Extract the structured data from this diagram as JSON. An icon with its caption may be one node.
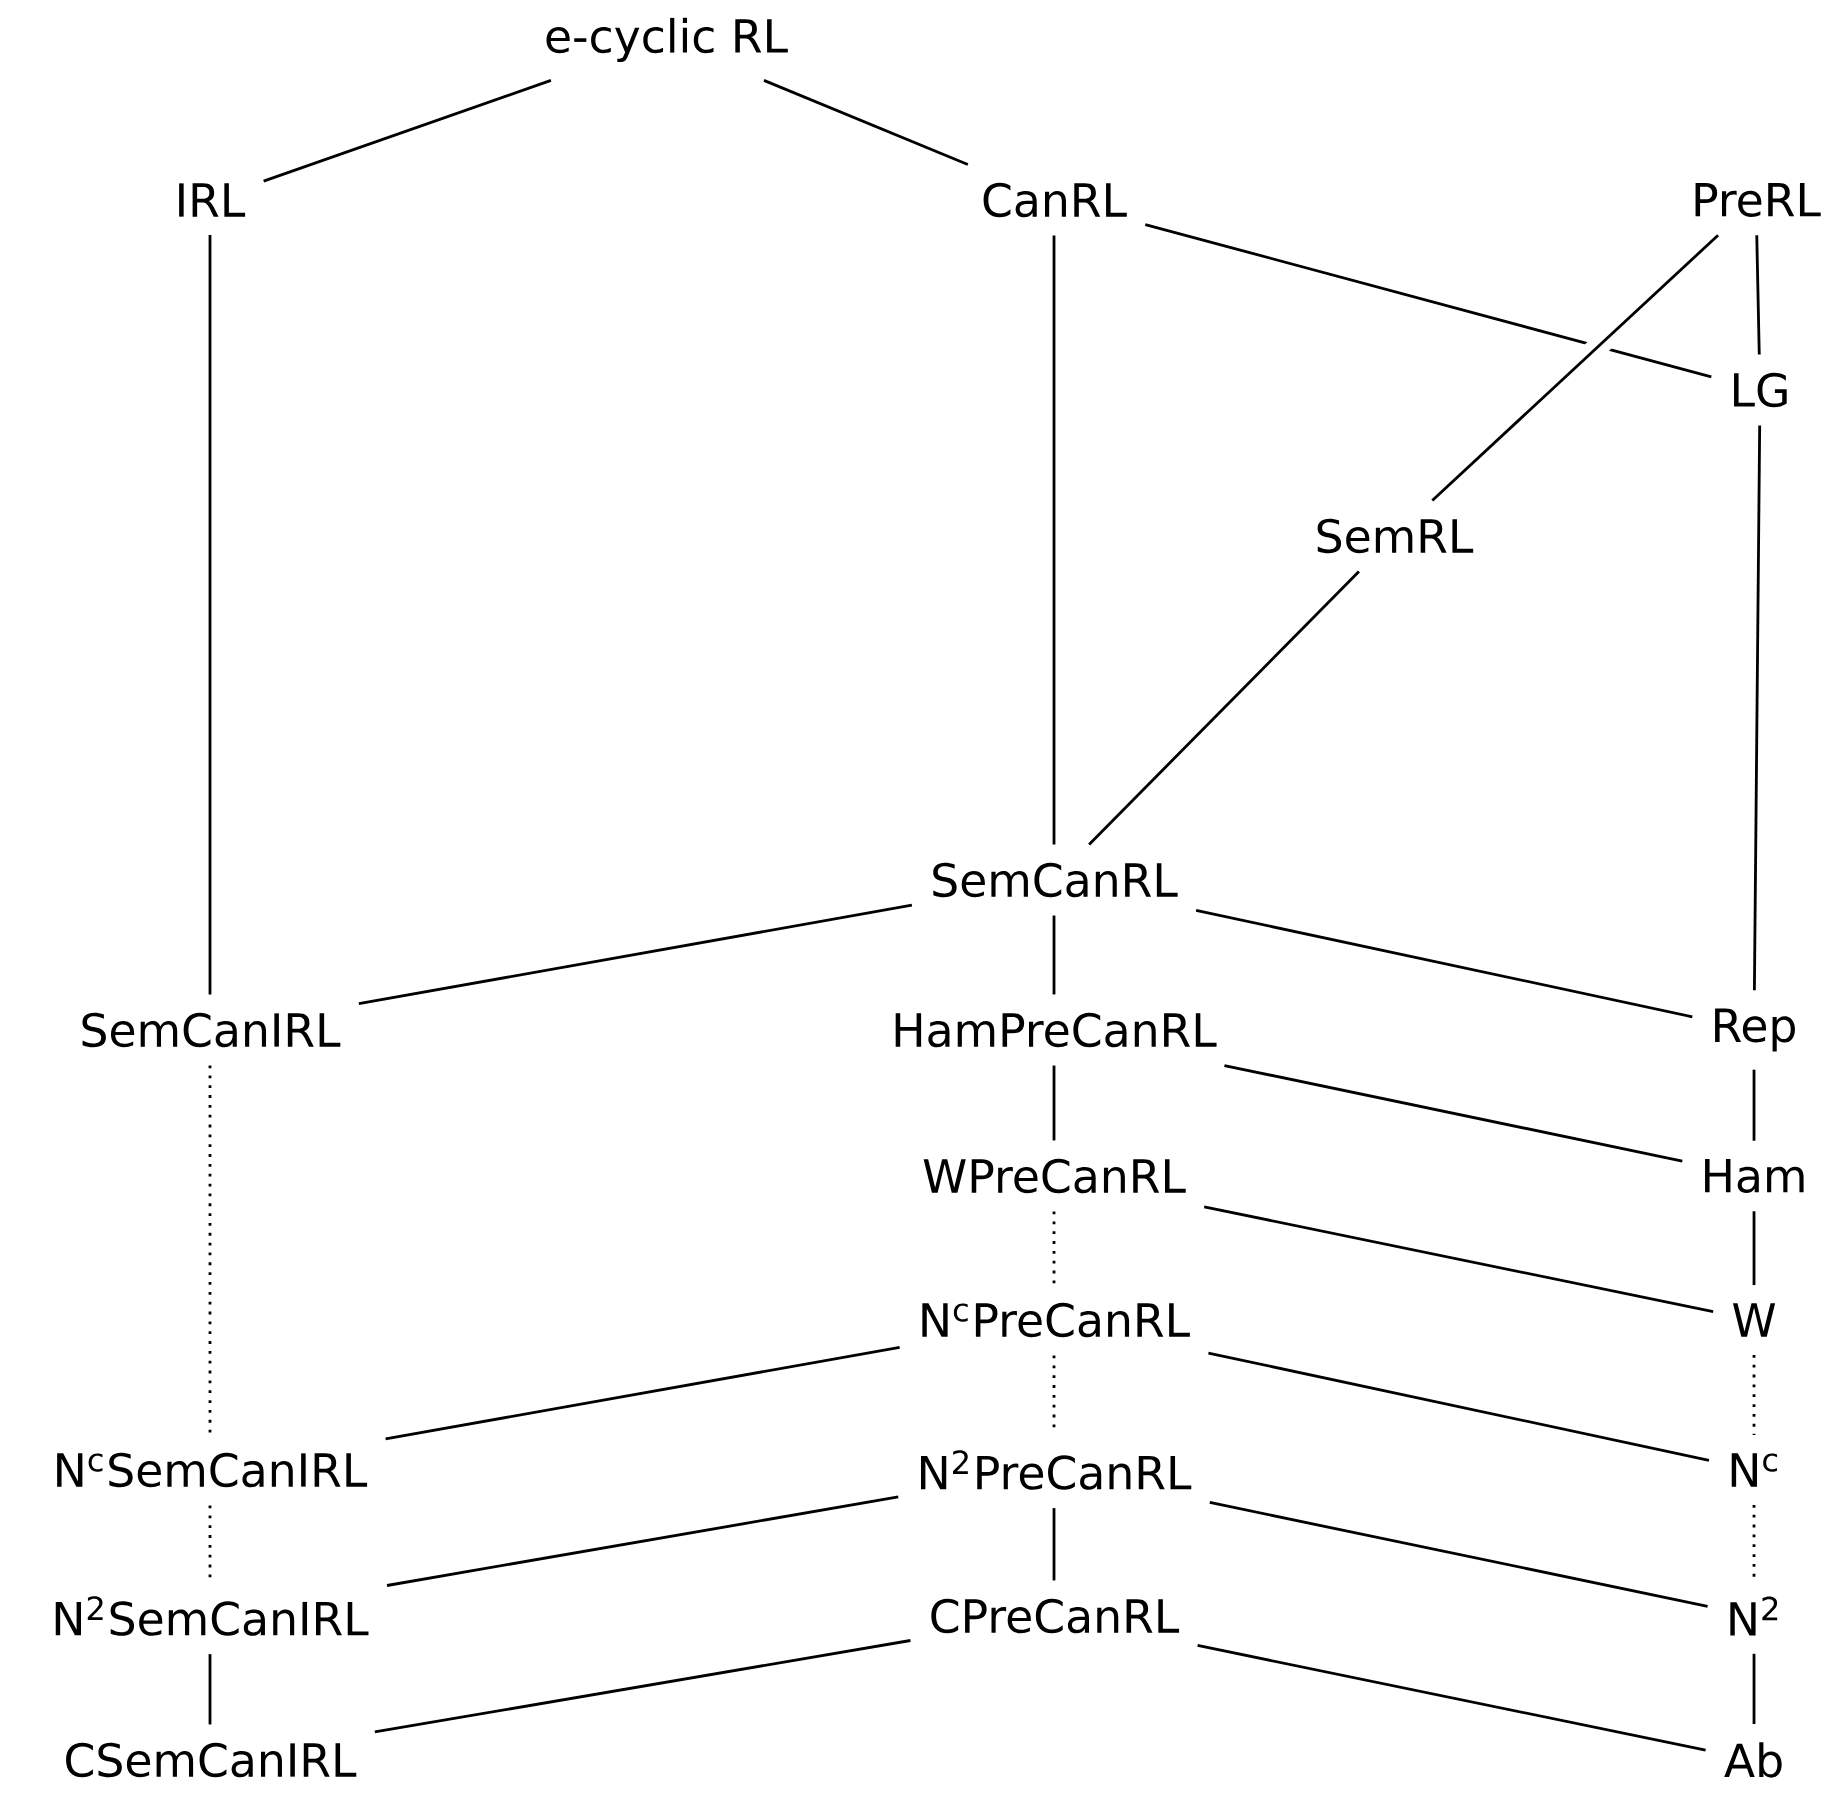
{
  "diagram": {
    "nodes": [
      {
        "text": [
          "e-cyclic RL"
        ]
      },
      {
        "text": [
          "IRL"
        ]
      },
      {
        "text": [
          "CanRL"
        ]
      },
      {
        "text": [
          "PreRL"
        ]
      },
      {
        "text": [
          "LG"
        ]
      },
      {
        "text": [
          "SemRL"
        ]
      },
      {
        "text": [
          "SemCanRL"
        ]
      },
      {
        "text": [
          "SemCanIRL"
        ]
      },
      {
        "text": [
          "HamPreCanRL"
        ]
      },
      {
        "text": [
          "Rep"
        ]
      },
      {
        "text": [
          "WPreCanRL"
        ]
      },
      {
        "text": [
          "Ham"
        ]
      },
      {
        "text": [
          "N$^{c}$PreCanRL"
        ]
      },
      {
        "text": [
          "W"
        ]
      },
      {
        "text": [
          "N$^{c}$SemCanIRL"
        ]
      },
      {
        "text": [
          "N$^{2}$PreCanRL"
        ]
      },
      {
        "text": [
          "N$^{c}$"
        ]
      },
      {
        "text": [
          "N$^{2}$SemCanIRL"
        ]
      },
      {
        "text": [
          "CPreCanRL"
        ]
      },
      {
        "text": [
          "N$^{2}$"
        ]
      },
      {
        "text": [
          "CSemCanIRL"
        ]
      },
      {
        "text": [
          "Ab"
        ]
      }
    ],
    "edges": [
      {
        "from": 0,
        "to": 1,
        "arrow": "none"
      },
      {
        "from": 0,
        "to": 2,
        "arrow": "none"
      },
      {
        "from": 1,
        "to": 7,
        "arrow": "none"
      },
      {
        "from": 2,
        "to": 6,
        "arrow": "none"
      },
      {
        "from": 2,
        "to": 4,
        "arrow": "none"
      },
      {
        "from": 3,
        "to": 4,
        "arrow": "none"
      },
      {
        "from": 3,
        "to": 5,
        "arrow": "none"
      },
      {
        "from": 4,
        "to": 9,
        "arrow": "none"
      },
      {
        "from": 5,
        "to": 6,
        "arrow": "none"
      },
      {
        "from": 6,
        "to": 7,
        "arrow": "none"
      },
      {
        "from": 6,
        "to": 8,
        "arrow": "none"
      },
      {
        "from": 6,
        "to": 9,
        "arrow": "none"
      },
      {
        "from": 7,
        "to": 14,
        "arrow": "none",
        "style": "dashed"
      },
      {
        "from": 8,
        "to": 10,
        "arrow": "none"
      },
      {
        "from": 8,
        "to": 11,
        "arrow": "none"
      },
      {
        "from": 9,
        "to": 11,
        "arrow": "none"
      },
      {
        "from": 10,
        "to": 12,
        "arrow": "none",
        "style": "dashed"
      },
      {
        "from": 10,
        "to": 13,
        "arrow": "none"
      },
      {
        "from": 11,
        "to": 13,
        "arrow": "none"
      },
      {
        "from": 12,
        "to": 14,
        "arrow": "none"
      },
      {
        "from": 12,
        "to": 15,
        "arrow": "none",
        "style": "dashed"
      },
      {
        "from": 12,
        "to": 16,
        "arrow": "none"
      },
      {
        "from": 13,
        "to": 16,
        "arrow": "none",
        "style": "dashed"
      },
      {
        "from": 14,
        "to": 17,
        "arrow": "none",
        "style": "dashed"
      },
      {
        "from": 15,
        "to": 17,
        "arrow": "none"
      },
      {
        "from": 15,
        "to": 18,
        "arrow": "none"
      },
      {
        "from": 15,
        "to": 19,
        "arrow": "none"
      },
      {
        "from": 16,
        "to": 19,
        "arrow": "none",
        "style": "dashed"
      },
      {
        "from": 17,
        "to": 20,
        "arrow": "none"
      },
      {
        "from": 18,
        "to": 20,
        "arrow": "none"
      },
      {
        "from": 18,
        "to": 21,
        "arrow": "none"
      },
      {
        "from": 19,
        "to": 21,
        "arrow": "none"
      }
    ]
  }
}
